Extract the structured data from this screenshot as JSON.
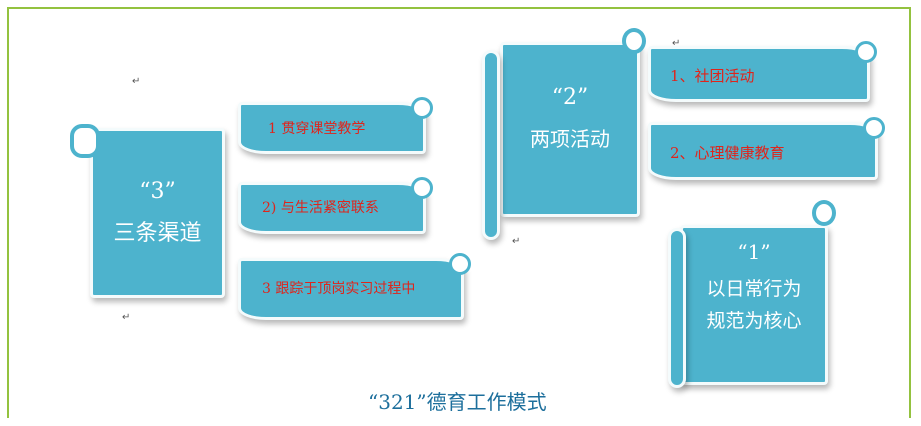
{
  "channels": {
    "number": "“3”",
    "title": "三条渠道",
    "items": [
      "1 贯穿课堂教学",
      "2) 与生活紧密联系",
      "3 跟踪于顶岗实习过程中"
    ]
  },
  "activities": {
    "number": "“2”",
    "title": "两项活动",
    "items": [
      "1、社团活动",
      "2、心理健康教育"
    ]
  },
  "core": {
    "number": "“1”",
    "line1": "以日常行为",
    "line2": "规范为核心"
  },
  "caption": "“321”德育工作模式",
  "return_mark": "↵",
  "colors": {
    "scroll": "#4db3cd",
    "item_text": "#e0241b",
    "caption": "#1d6f9c",
    "frame": "#93c23f"
  }
}
